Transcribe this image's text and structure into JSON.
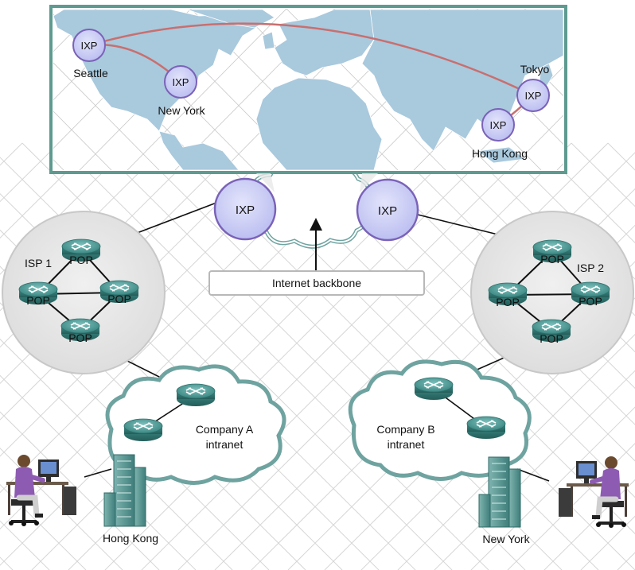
{
  "map": {
    "cities": [
      {
        "id": "seattle",
        "label": "Seattle",
        "node": "IXP"
      },
      {
        "id": "new-york",
        "label": "New York",
        "node": "IXP"
      },
      {
        "id": "tokyo",
        "label": "Tokyo",
        "node": "IXP"
      },
      {
        "id": "hong-kong",
        "label": "Hong Kong",
        "node": "IXP"
      }
    ],
    "links": [
      [
        "seattle",
        "new-york"
      ],
      [
        "seattle",
        "tokyo"
      ],
      [
        "tokyo",
        "hong-kong"
      ]
    ]
  },
  "backbone": {
    "left_ixp": "IXP",
    "right_ixp": "IXP",
    "label": "Internet backbone"
  },
  "isp1": {
    "label": "ISP 1",
    "pops": [
      "POP",
      "POP",
      "POP",
      "POP"
    ]
  },
  "isp2": {
    "label": "ISP 2",
    "pops": [
      "POP",
      "POP",
      "POP",
      "POP"
    ]
  },
  "company_a": {
    "line1": "Company A",
    "line2": "intranet",
    "location": "Hong Kong"
  },
  "company_b": {
    "line1": "Company B",
    "line2": "intranet",
    "location": "New York"
  },
  "colors": {
    "ixp_fill": "#c9ccf4",
    "ixp_stroke": "#7a62b8",
    "map_land": "#a9c9dd",
    "map_border": "#5e9a90",
    "route_line": "#c86f6f",
    "router": "#3f8a86",
    "isp_circle": "#e5e5e5",
    "cloud": "#ffffff",
    "cloud_stroke": "#6ea3a0"
  }
}
